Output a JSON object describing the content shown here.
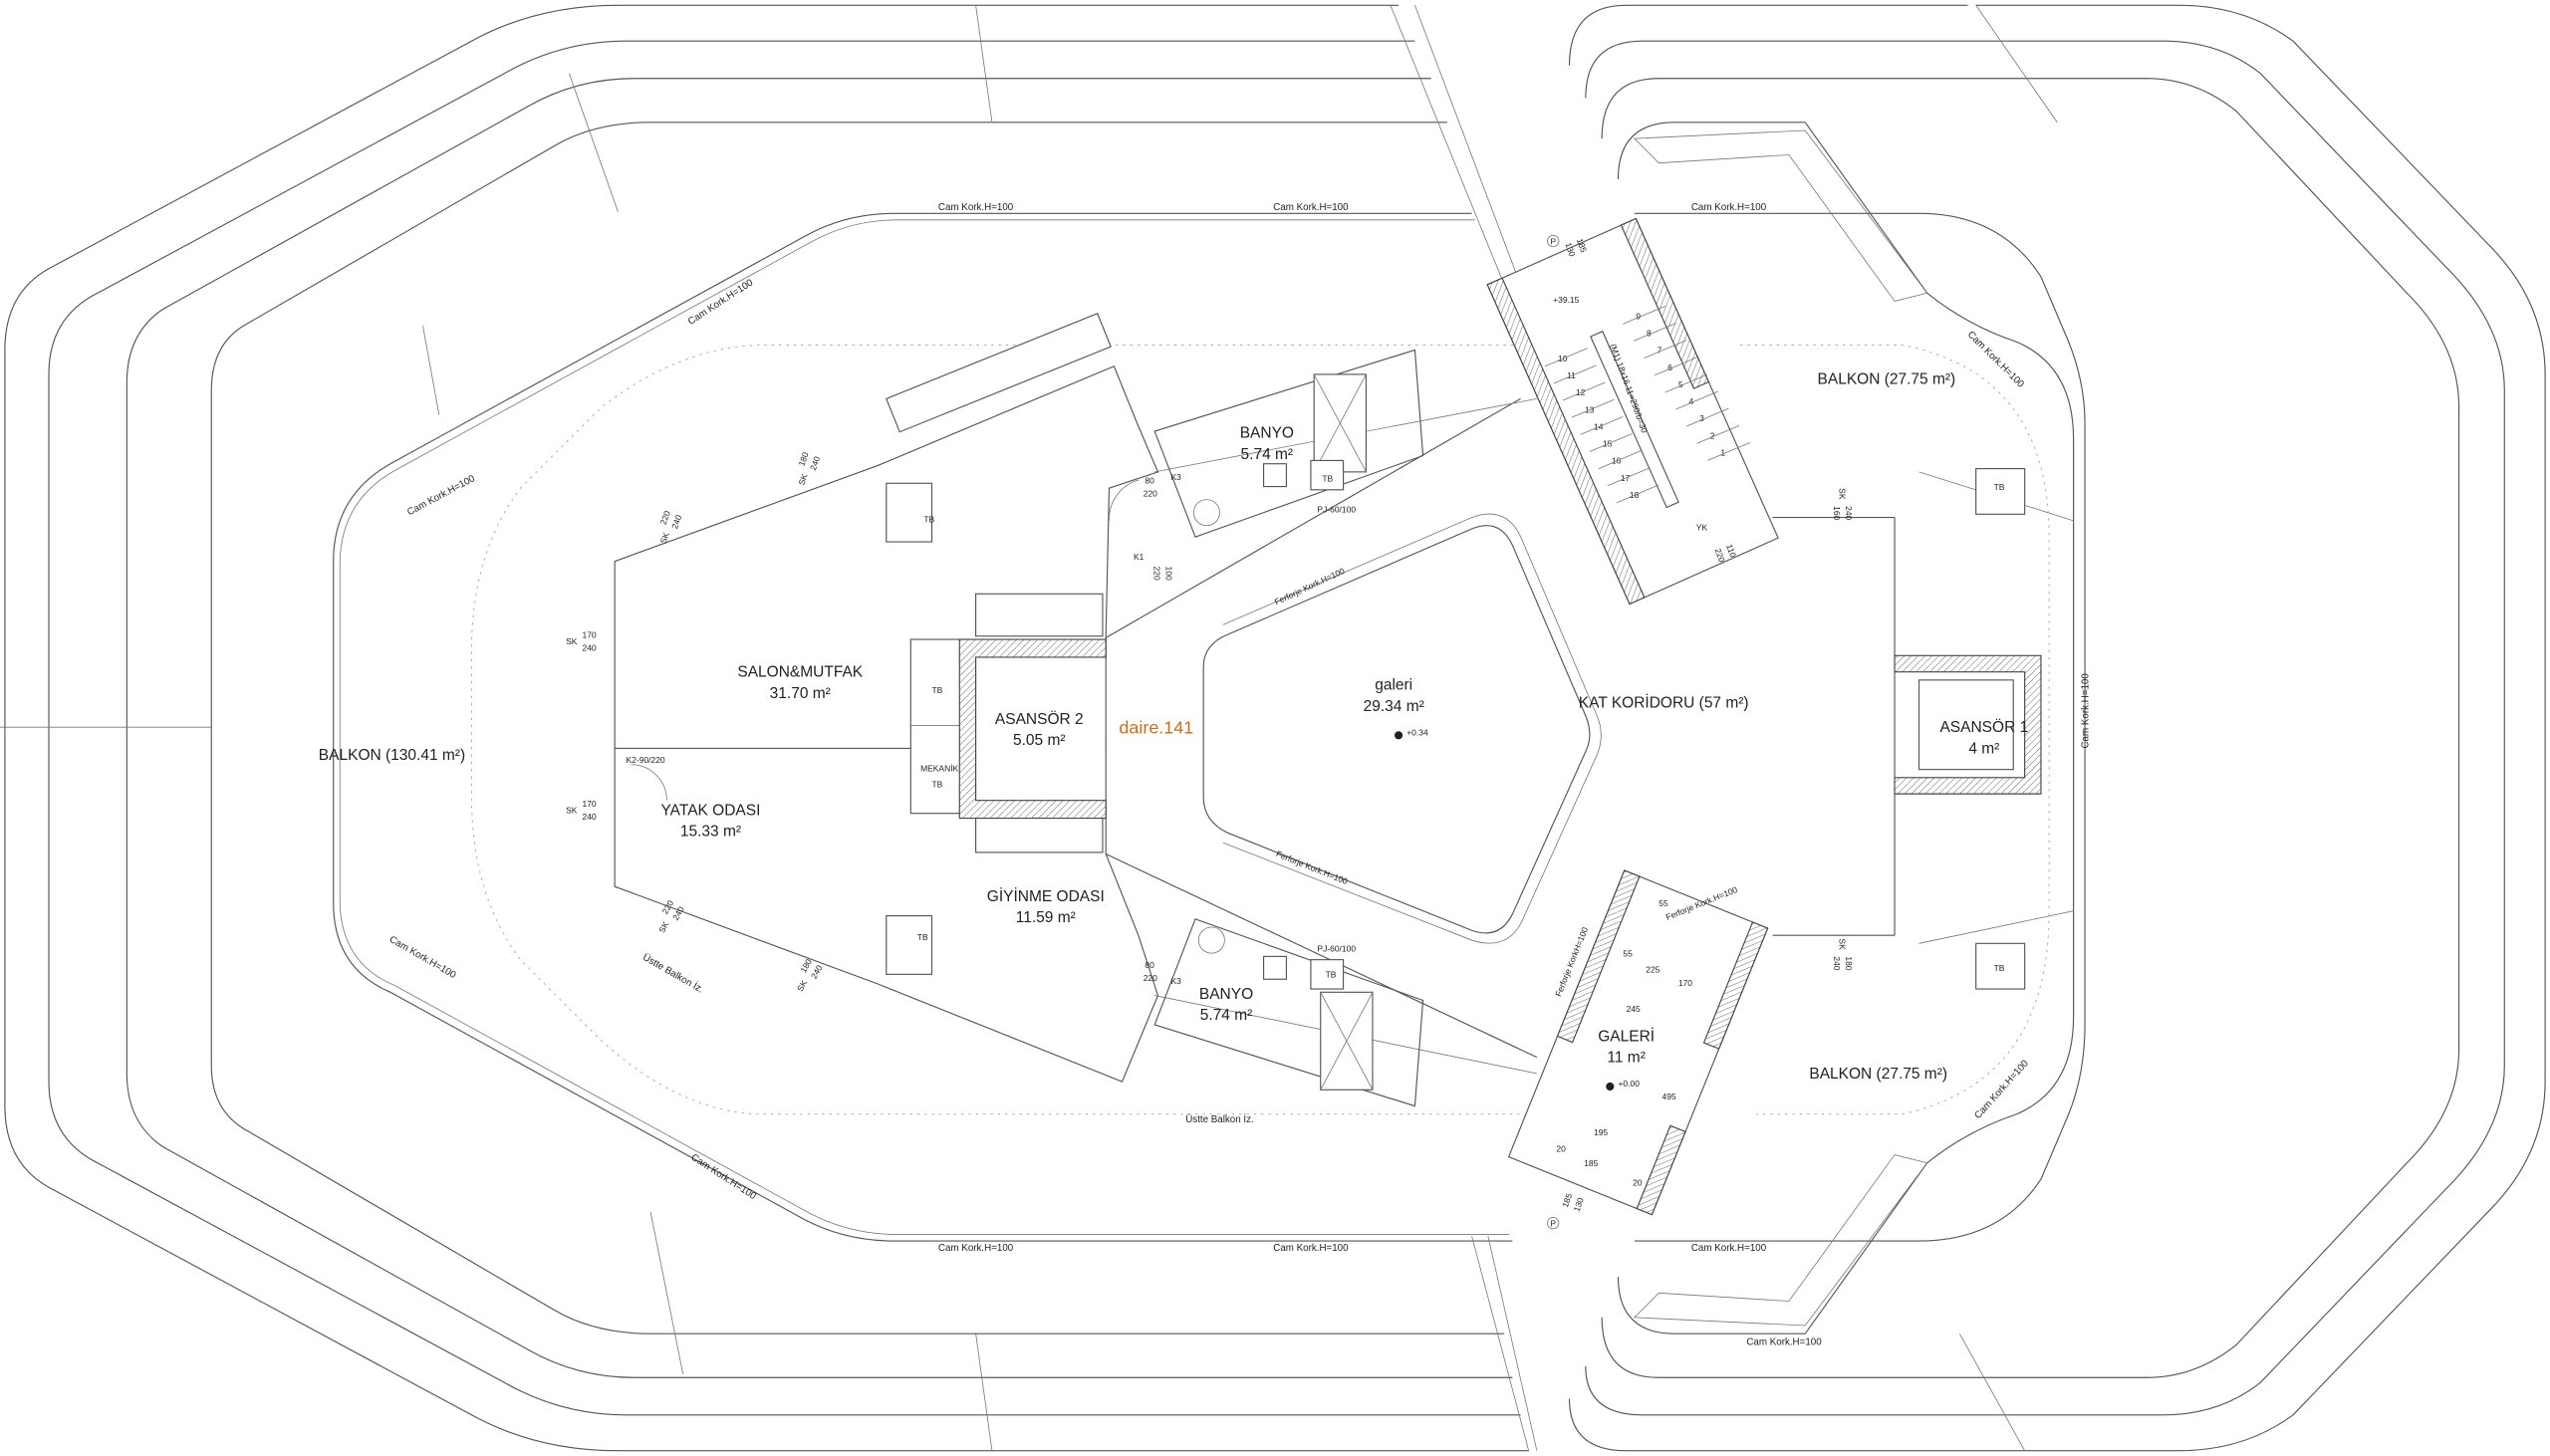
{
  "plan": {
    "unit_label": "daire.141",
    "accent_color": "#d2691e",
    "line_color": "#555555"
  },
  "rooms": [
    {
      "name": "SALON&MUTFAK",
      "area": "31.70 m²"
    },
    {
      "name": "YATAK ODASI",
      "area": "15.33 m²"
    },
    {
      "name": "ASANSÖR 2",
      "area": "5.05 m²"
    },
    {
      "name": "GİYİNME ODASI",
      "area": "11.59 m²"
    },
    {
      "name": "BANYO",
      "area": "5.74 m²"
    },
    {
      "name": "BANYO",
      "area": "5.74 m²"
    },
    {
      "name": "galeri",
      "area": "29.34 m²",
      "level": "+0.34"
    },
    {
      "name": "KAT KORİDORU (57 m²)"
    },
    {
      "name": "ASANSÖR 1",
      "area": "4 m²"
    },
    {
      "name": "GALERİ",
      "area": "11 m²",
      "level": "+0.00"
    },
    {
      "name": "BALKON (130.41 m²)"
    },
    {
      "name": "BALKON (27.75 m²)"
    },
    {
      "name": "BALKON (27.75 m²)"
    }
  ],
  "railings": {
    "glass": "Cam Kork.H=100",
    "iron": "Ferforje Kork.H=100",
    "iron_alt": "Ferforje KorkH=100"
  },
  "upper_balcony_trace": "Üstte Balkon İz.",
  "storage": "TB",
  "mechanical": "MEKANİK",
  "windows": [
    {
      "type": "SK",
      "w": "180",
      "h": "240"
    },
    {
      "type": "SK",
      "w": "220",
      "h": "240"
    },
    {
      "type": "SK",
      "w": "170",
      "h": "240"
    },
    {
      "type": "SK",
      "w": "170",
      "h": "240"
    },
    {
      "type": "SK",
      "w": "220",
      "h": "240"
    },
    {
      "type": "SK",
      "w": "180",
      "h": "240"
    },
    {
      "type": "SK",
      "w": "240",
      "h": "160"
    },
    {
      "type": "SK",
      "w": "180",
      "h": "240"
    }
  ],
  "doors": {
    "k1": {
      "tag": "K1",
      "w": "100",
      "h": "220"
    },
    "k3": {
      "tag": "K3",
      "w": "80",
      "h": "220"
    },
    "k2": "K2-90/220",
    "yk": {
      "tag": "YK",
      "w": "110",
      "h": "220"
    },
    "pj": "PJ-60/100",
    "p": {
      "tag": "P",
      "w": "185",
      "h": "130"
    }
  },
  "stair": {
    "level": "+39.15",
    "note": "(M1) 18x16.11=290/b=30",
    "steps": [
      "1",
      "2",
      "3",
      "4",
      "5",
      "6",
      "7",
      "8",
      "9",
      "10",
      "11",
      "12",
      "13",
      "14",
      "15",
      "16",
      "17",
      "18"
    ]
  },
  "galeri_dims": [
    "55",
    "55",
    "225",
    "170",
    "245",
    "495",
    "195",
    "185",
    "20",
    "20"
  ]
}
